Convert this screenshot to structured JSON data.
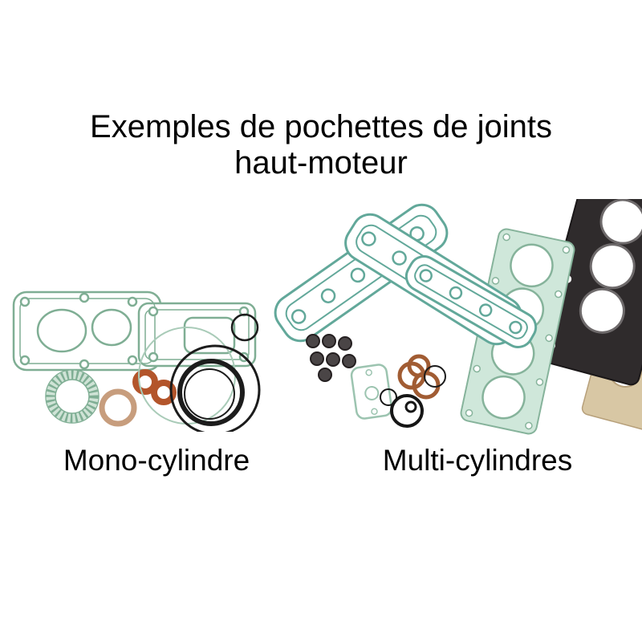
{
  "title": {
    "line1": "Exemples de pochettes de joints",
    "line2": "haut-moteur"
  },
  "figures": {
    "mono": {
      "caption": "Mono-cylindre"
    },
    "multi": {
      "caption": "Multi-cylindres"
    }
  },
  "colors": {
    "gasket_green": "#7fae94",
    "gasket_teal": "#62a89a",
    "base_gasket_fill": "#cfe7da",
    "copper": "#b3552b",
    "tan": "#c79d7d",
    "seal_black": "#1c1c1c",
    "head_gasket_dark": "#2f2b2c",
    "background": "#ffffff",
    "text": "#000000"
  }
}
